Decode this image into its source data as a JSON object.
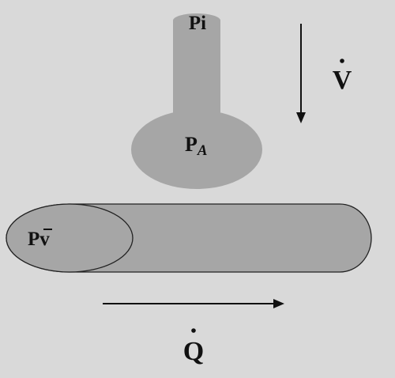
{
  "labels": {
    "pi": "Pi",
    "pa_main": "P",
    "pa_sub": "A",
    "pv": "Pv",
    "v": "V",
    "q": "Q"
  },
  "colors": {
    "background": "#d9d9d9",
    "vessel_fill": "#a6a6a6",
    "outline": "#222222",
    "arrow": "#111111"
  }
}
